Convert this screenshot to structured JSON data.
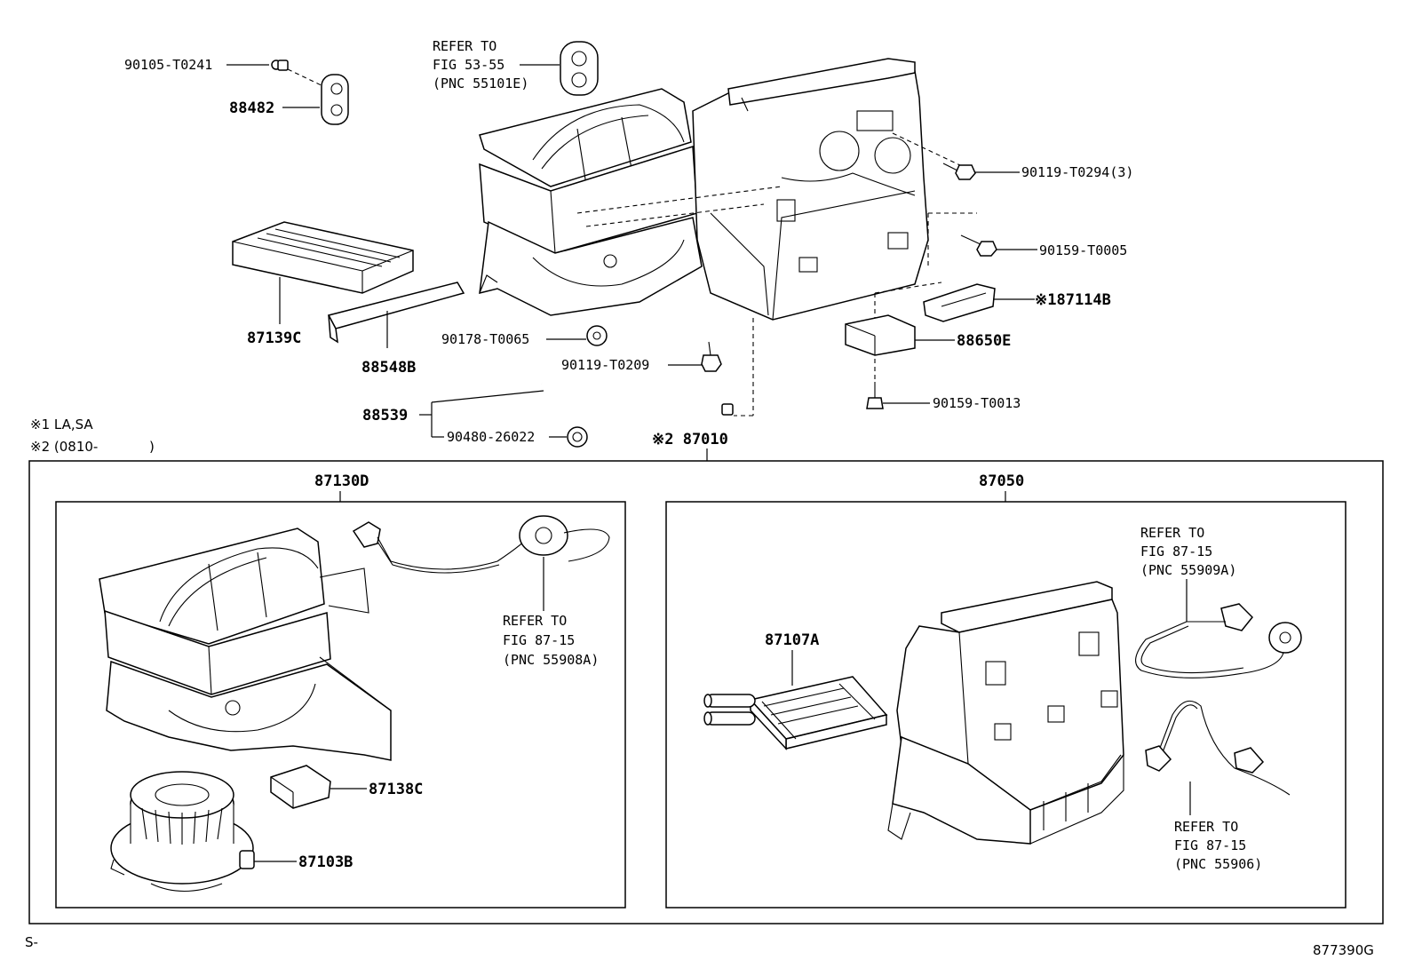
{
  "labels": {
    "p90105": "90105-T0241",
    "p88482": "88482",
    "refer1_l1": "REFER TO",
    "refer1_l2": "FIG 53-55",
    "refer1_l3": "(PNC 55101E)",
    "p90119_t0294": "90119-T0294(3)",
    "p90159_t0005": "90159-T0005",
    "p187114b": "※187114B",
    "p88650e": "88650E",
    "p87139c": "87139C",
    "p88548b": "88548B",
    "p90178": "90178-T0065",
    "p90119_t0209": "90119-T0209",
    "p90159_t0013": "90159-T0013",
    "p88539": "88539",
    "p90480": "90480-26022",
    "note1": "※1 LA,SA",
    "note2_a": "※2 (0810-",
    "note2_b": ")",
    "p87010": "※2 87010",
    "p87130d": "87130D",
    "p87050": "87050",
    "refer2_l1": "REFER TO",
    "refer2_l2": "FIG 87-15",
    "refer2_l3": "(PNC 55908A)",
    "p87138c": "87138C",
    "p87103b": "87103B",
    "p87107a": "87107A",
    "refer3_l1": "REFER TO",
    "refer3_l2": "FIG 87-15",
    "refer3_l3": "(PNC 55909A)",
    "refer4_l1": "REFER TO",
    "refer4_l2": "FIG 87-15",
    "refer4_l3": "(PNC 55906)",
    "footer_left": "S-",
    "footer_right": "877390G"
  }
}
